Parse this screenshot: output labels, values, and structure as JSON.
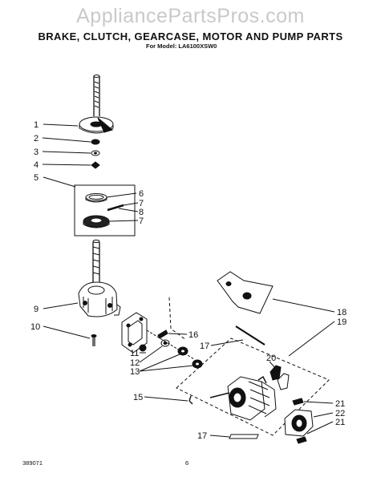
{
  "watermark": "AppliancePartsPros.com",
  "header": {
    "title": "BRAKE, CLUTCH, GEARCASE, MOTOR AND PUMP PARTS",
    "subtitle": "For Model: LA6100XSW0"
  },
  "callouts": {
    "c1": "1",
    "c2": "2",
    "c3": "3",
    "c4": "4",
    "c5": "5",
    "c6": "6",
    "c7a": "7",
    "c8": "8",
    "c7b": "7",
    "c9": "9",
    "c10": "10",
    "c11": "11",
    "c12": "12",
    "c13": "13",
    "c15": "15",
    "c16": "16",
    "c17a": "17",
    "c17b": "17",
    "c18": "18",
    "c19": "19",
    "c20": "20",
    "c21a": "21",
    "c22": "22",
    "c21b": "21"
  },
  "footer": {
    "doc_number": "389071",
    "page_number": "6"
  }
}
